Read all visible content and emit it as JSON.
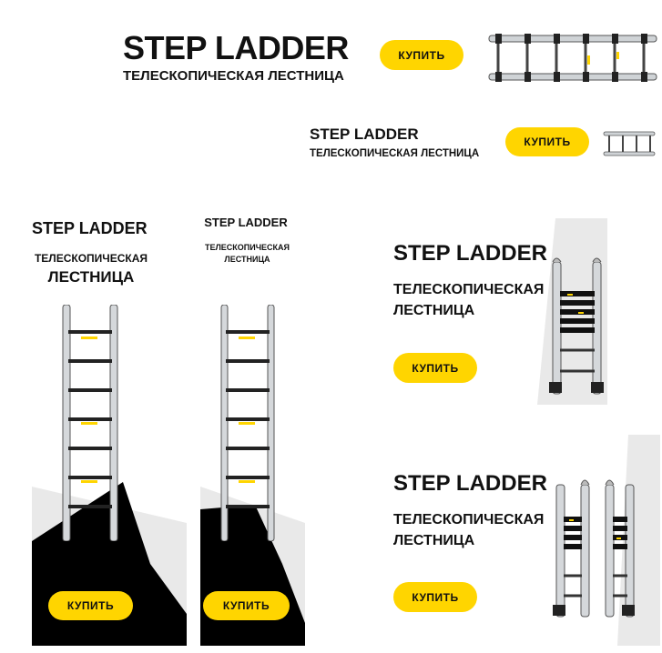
{
  "brand": {
    "title": "STEP LADDER",
    "subtitle": "ТЕЛЕСКОПИЧЕСКАЯ ЛЕСТНИЦА",
    "subtitle_line1": "ТЕЛЕСКОПИЧЕСКАЯ",
    "subtitle_line2": "ЛЕСТНИЦА"
  },
  "cta": {
    "label": "КУПИТЬ"
  },
  "colors": {
    "accent": "#FFD500",
    "text": "#111111",
    "black_block": "#000000",
    "grey_block": "#E8E8E8"
  },
  "banners": [
    {
      "id": "leaderboard-728x90"
    },
    {
      "id": "banner-468x60"
    },
    {
      "id": "skyscraper-160x600"
    },
    {
      "id": "skyscraper-120x600"
    },
    {
      "id": "medium-rectangle-300x250"
    },
    {
      "id": "large-rectangle-336x280"
    }
  ]
}
